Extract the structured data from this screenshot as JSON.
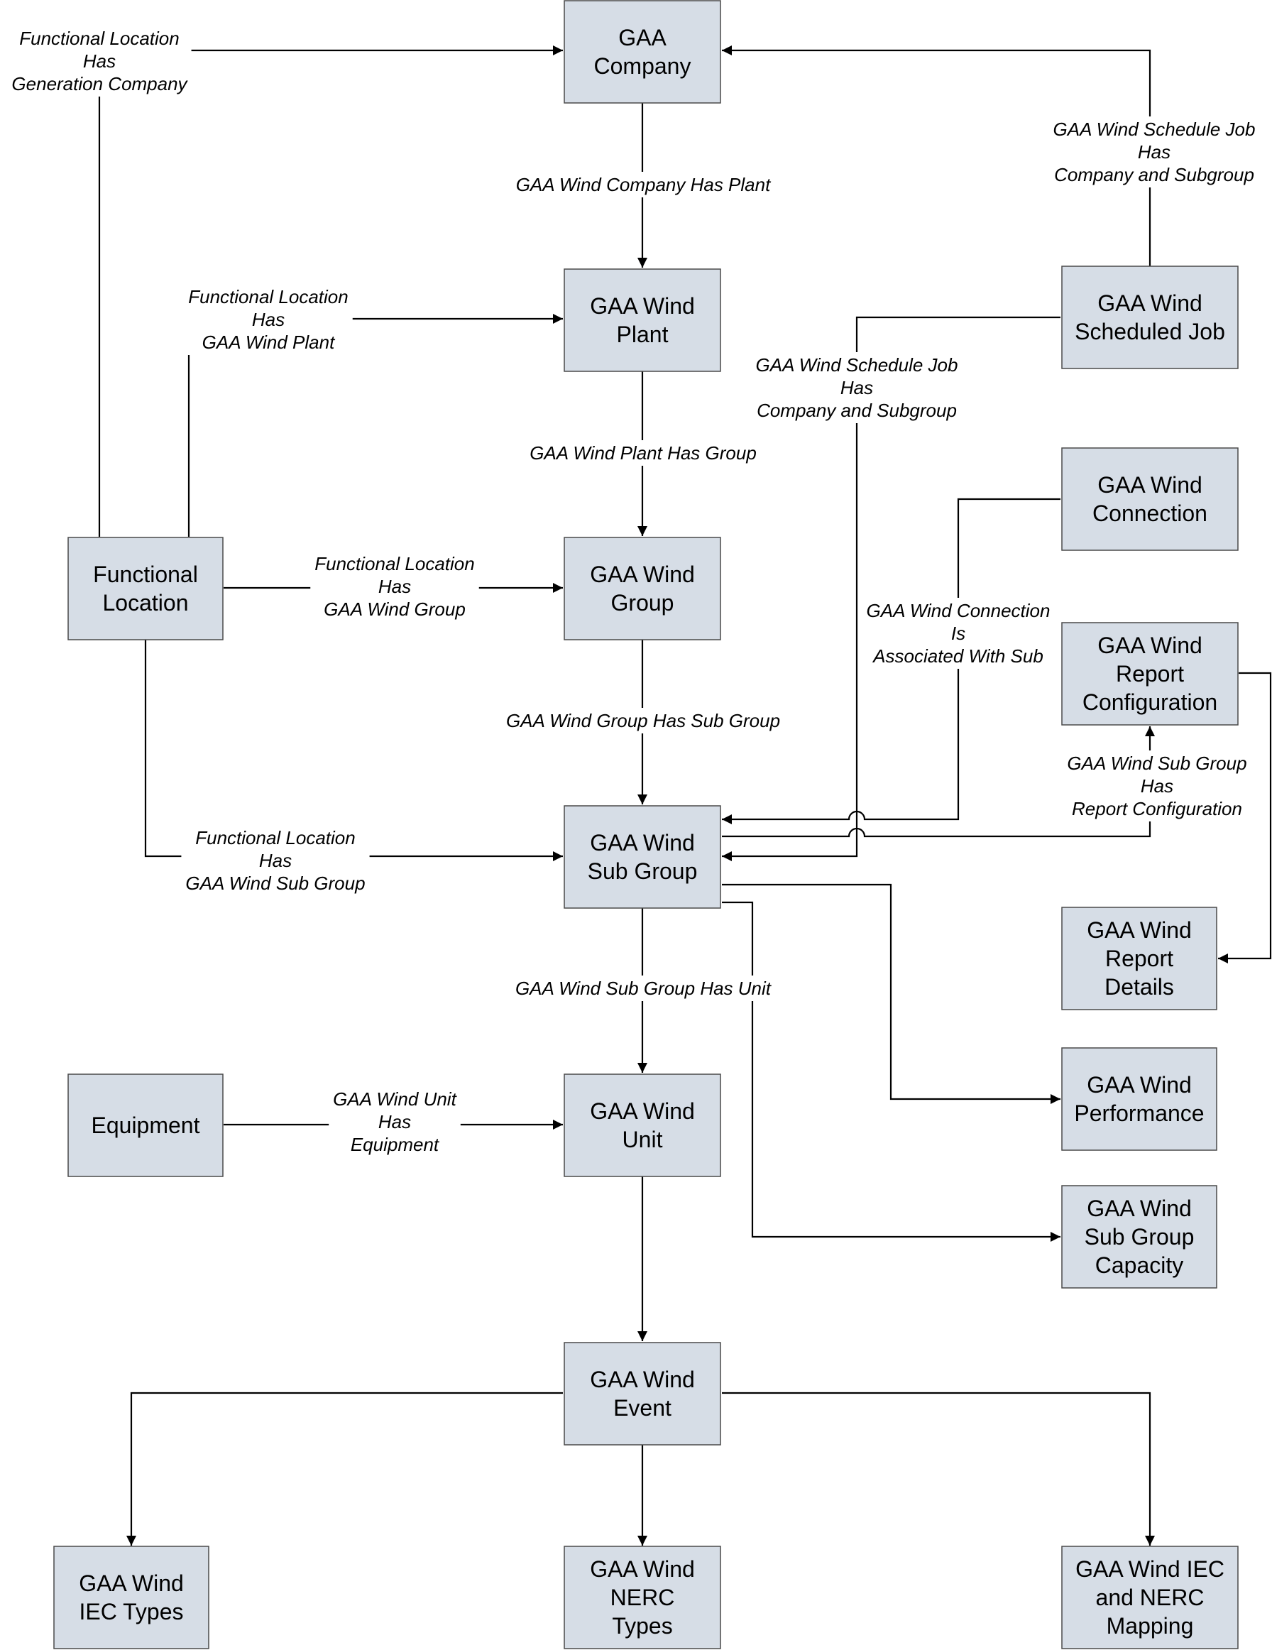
{
  "nodes": {
    "gaa_company": [
      "GAA",
      "Company"
    ],
    "gaa_wind_plant": [
      "GAA Wind",
      "Plant"
    ],
    "gaa_wind_group": [
      "GAA Wind",
      "Group"
    ],
    "gaa_wind_sub_group": [
      "GAA Wind",
      "Sub Group"
    ],
    "gaa_wind_unit": [
      "GAA Wind",
      "Unit"
    ],
    "gaa_wind_event": [
      "GAA Wind",
      "Event"
    ],
    "functional_location": [
      "Functional",
      "Location"
    ],
    "equipment": [
      "Equipment"
    ],
    "gaa_wind_scheduled_job": [
      "GAA Wind",
      "Scheduled Job"
    ],
    "gaa_wind_connection": [
      "GAA Wind",
      "Connection"
    ],
    "gaa_wind_report_configuration": [
      "GAA Wind",
      "Report",
      "Configuration"
    ],
    "gaa_wind_report_details": [
      "GAA Wind",
      "Report",
      "Details"
    ],
    "gaa_wind_performance": [
      "GAA Wind",
      "Performance"
    ],
    "gaa_wind_sub_group_capacity": [
      "GAA Wind",
      "Sub Group",
      "Capacity"
    ],
    "gaa_wind_iec_types": [
      "GAA Wind",
      "IEC Types"
    ],
    "gaa_wind_nerc_types": [
      "GAA Wind",
      "NERC",
      "Types"
    ],
    "gaa_wind_iec_and_nerc_mapping": [
      "GAA Wind IEC",
      "and NERC",
      "Mapping"
    ]
  },
  "edge_labels": {
    "fl_has_generation_company": [
      "Functional Location",
      "Has",
      "Generation Company"
    ],
    "company_has_plant": [
      "GAA Wind Company Has Plant"
    ],
    "fl_has_wind_plant": [
      "Functional Location",
      "Has",
      "GAA Wind Plant"
    ],
    "schedule_job_has_company_top": [
      "GAA Wind Schedule Job",
      "Has",
      "Company and Subgroup"
    ],
    "schedule_job_has_company_mid": [
      "GAA Wind Schedule Job",
      "Has",
      "Company and Subgroup"
    ],
    "plant_has_group": [
      "GAA Wind Plant Has Group"
    ],
    "fl_has_wind_group": [
      "Functional Location",
      "Has",
      "GAA Wind Group"
    ],
    "connection_associated_with_sub": [
      "GAA Wind Connection",
      "Is",
      "Associated With Sub"
    ],
    "group_has_sub_group": [
      "GAA Wind Group Has Sub Group"
    ],
    "sub_group_has_report_config": [
      "GAA Wind Sub Group",
      "Has",
      "Report Configuration"
    ],
    "fl_has_wind_sub_group": [
      "Functional Location",
      "Has",
      "GAA Wind Sub Group"
    ],
    "sub_group_has_unit": [
      "GAA Wind Sub Group Has Unit"
    ],
    "unit_has_equipment": [
      "GAA Wind Unit",
      "Has",
      "Equipment"
    ]
  }
}
